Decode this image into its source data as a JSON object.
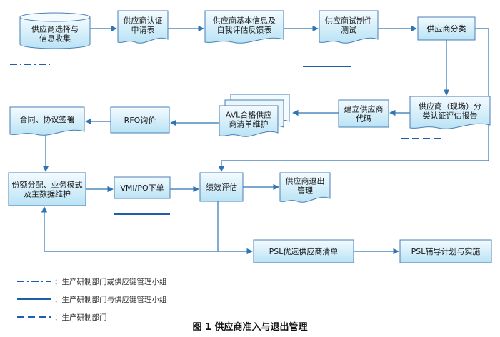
{
  "colors": {
    "box_fill_top": "#f4fbff",
    "box_fill_bottom": "#b9e3f5",
    "box_stroke": "#4a7fb5",
    "arrow": "#2f74b5",
    "annotation_line": "#1f5ea8",
    "text": "#1a1a1a"
  },
  "nodes": {
    "supplier_info_collect": {
      "lines": [
        "供应商选择与",
        "信息收集"
      ]
    },
    "cert_application": {
      "lines": [
        "供应商认证",
        "申请表"
      ]
    },
    "self_assessment": {
      "lines": [
        "供应商基本信息及",
        "自我评估反馈表"
      ]
    },
    "trial_production": {
      "lines": [
        "供应商试制件",
        "测试"
      ]
    },
    "supplier_classification": {
      "lines": [
        "供应商分类"
      ]
    },
    "onsite_assessment_report": {
      "lines": [
        "供应商（现场）分",
        "类认证评估报告"
      ]
    },
    "supplier_code": {
      "lines": [
        "建立供应商",
        "代码"
      ]
    },
    "avl_maintenance": {
      "lines": [
        "AVL合格供应",
        "商清单维护"
      ]
    },
    "rfq_inquiry": {
      "lines": [
        "RFO询价"
      ]
    },
    "contract_signing": {
      "lines": [
        "合同、协议签署"
      ]
    },
    "quota_allocation": {
      "lines": [
        "份额分配、业务模式",
        "及主数据维护"
      ]
    },
    "vmi_po": {
      "lines": [
        "VMI/PO下单"
      ]
    },
    "performance_eval": {
      "lines": [
        "绩效评估"
      ]
    },
    "supplier_exit": {
      "lines": [
        "供应商退出",
        "管理"
      ]
    },
    "psl_list": {
      "lines": [
        "PSL优选供应商清单"
      ]
    },
    "psl_coaching": {
      "lines": [
        "PSL辅导计划与实施"
      ]
    }
  },
  "legend": [
    {
      "style": "dash-dot",
      "label": "：生产研制部门或供应链管理小组"
    },
    {
      "style": "solid",
      "label": "：生产研制部门与供应链管理小组"
    },
    {
      "style": "dashed",
      "label": "：生产研制部门"
    }
  ],
  "caption": "图 1   供应商准入与退出管理"
}
